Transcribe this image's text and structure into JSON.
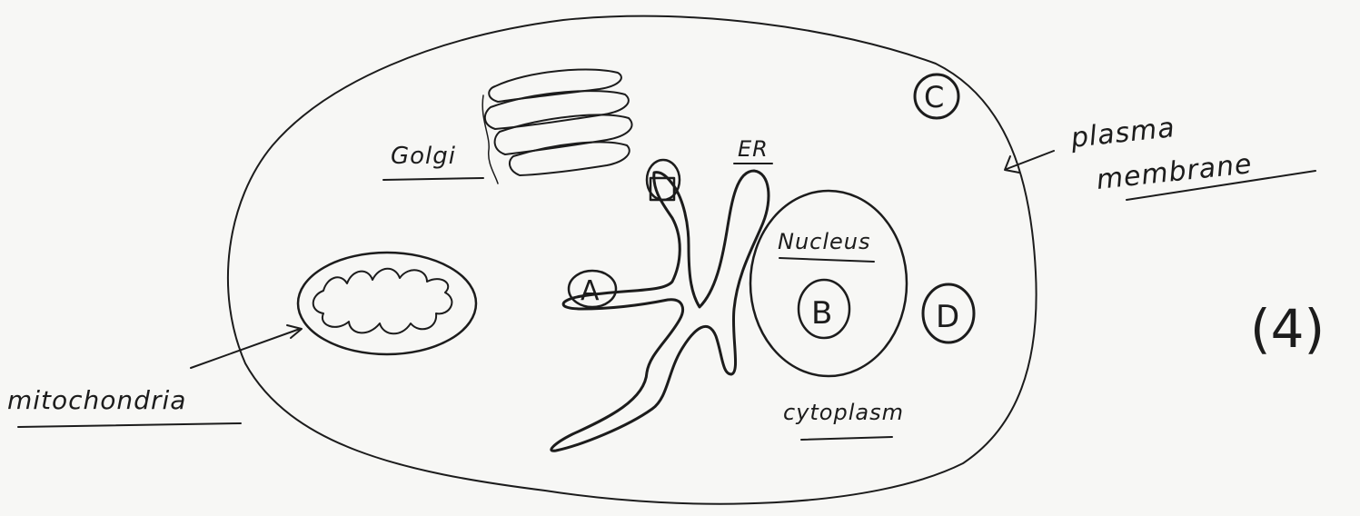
{
  "labels": {
    "golgi": "Golgi",
    "er": "ER",
    "nucleus": "Nucleus",
    "plasma": "plasma",
    "membrane": "membrane",
    "mitochondria": "mitochondria",
    "cytoplasm": "cytoplasm",
    "question_number": "(4)"
  },
  "markers": {
    "a": "A",
    "b": "B",
    "c": "C",
    "d": "D"
  },
  "colors": {
    "ink": "#1c1c1c",
    "paper": "#f7f7f5"
  }
}
